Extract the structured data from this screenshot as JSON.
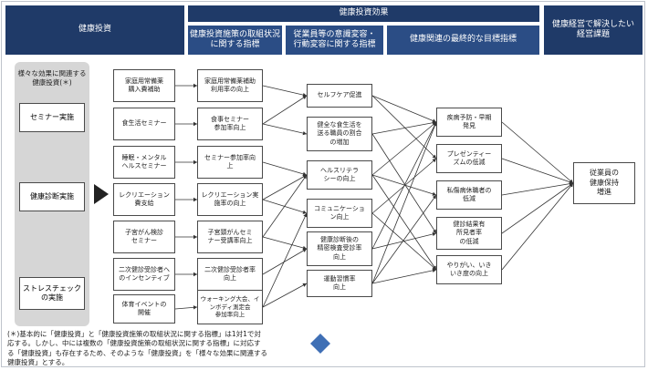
{
  "headers": {
    "kenko_toshi": "健康投資",
    "kouka": "健康投資効果",
    "kadai": "健康経営で解決したい\n経営課題",
    "sub1": "健康投資施策の取組状況\nに関する指標",
    "sub2": "従業員等の意識変容・\n行動変容に関する指標",
    "sub3": "健康関連の最終的な目標指標"
  },
  "left_group": {
    "label": "様々な効果に関連する\n健康投資(＊)",
    "items": [
      "セミナー実施",
      "健康診断実施",
      "ストレスチェック\nの実施"
    ]
  },
  "col1": [
    "家庭用常備薬\n購入費補助",
    "食生活セミナー",
    "睡眠・メンタル\nヘルスセミナー",
    "レクリエーション\n費支給",
    "子宮がん検診\nセミナー",
    "二次健診受診者へ\nのインセンティブ",
    "体育イベントの\n開催"
  ],
  "col2": [
    "家庭用常備薬補助\n利用率の向上",
    "食事セミナー\n参加率向上",
    "セミナー参加率向\n上",
    "レクリエーション実\n施率の向上",
    "子宮頚がんセミ\nナー受講率向上",
    "二次健診受診者率\n向上",
    "ウォーキング大会、イ\nンボディ測定会\n参加率向上"
  ],
  "col3": [
    "セルフケア促進",
    "健全な食生活を\n送る職員の割合\nの増加",
    "ヘルスリテラ\nシーの向上",
    "コミュニケーショ\nン向上",
    "健康診断後の\n精密検査受診率\n向上",
    "運動習慣率\n向上"
  ],
  "col4": [
    "疾病予防・早期\n発見",
    "プレゼンティー\nズムの低減",
    "私傷病休職者の\n低減",
    "健診結果有\n所見者率\nの低減",
    "やりがい、いき\nいき度の向上"
  ],
  "goal": "従業員の\n健康保持\n増進",
  "footnote": "(＊)基本的に「健康投資」と「健康投資施策の取組状況に関する指標」は1対1で対\n応する。しかし、中には複数の「健康投資施策の取組状況に関する指標」に対応す\nる「健康投資」も存在するため、そのような「健康投資」を「様々な効果に関連する\n健康投資」とする。",
  "colors": {
    "header": "#1f3a68",
    "subheader": "#2b4d85",
    "diamond": "#3f6fb5",
    "panel": "#d6d6d6"
  },
  "icons": {
    "arrow": "arrow-right-icon",
    "diamond": "diamond-icon"
  }
}
